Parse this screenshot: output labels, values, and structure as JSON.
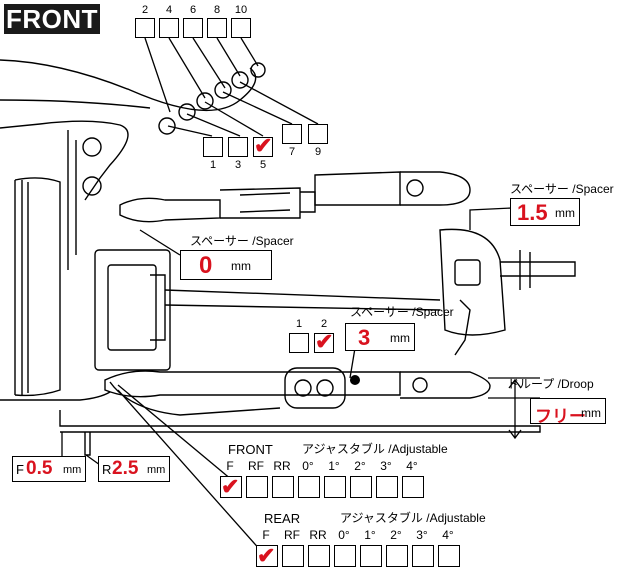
{
  "title": "FRONT",
  "camber_link": {
    "top_positions": [
      "2",
      "4",
      "6",
      "8",
      "10"
    ],
    "bottom_positions": [
      "1",
      "3",
      "5",
      "7",
      "9"
    ],
    "checked": "5"
  },
  "spacer_label": "スペーサー /Spacer",
  "upper_spacer": {
    "value": "0",
    "unit": "mm"
  },
  "outer_spacer": {
    "value": "1.5",
    "unit": "mm"
  },
  "arm_spacer": {
    "value": "3",
    "unit": "mm"
  },
  "arm_holes": {
    "positions": [
      "1",
      "2"
    ],
    "checked": "2"
  },
  "droop": {
    "label": "ドループ /Droop",
    "value": "フリー",
    "unit": "mm"
  },
  "front_offset": {
    "prefix": "F",
    "value": "0.5",
    "unit": "mm"
  },
  "rear_offset": {
    "prefix": "R",
    "value": "2.5",
    "unit": "mm"
  },
  "adjustable_label": "アジャスタブル /Adjustable",
  "front_mount": {
    "title": "FRONT",
    "options": [
      "F",
      "RF",
      "RR",
      "0°",
      "1°",
      "2°",
      "3°",
      "4°"
    ],
    "checked": "F"
  },
  "rear_mount": {
    "title": "REAR",
    "options": [
      "F",
      "RF",
      "RR",
      "0°",
      "1°",
      "2°",
      "3°",
      "4°"
    ],
    "checked": "F"
  },
  "colors": {
    "accent": "#d9121e",
    "badge": "#1a1a1a"
  }
}
